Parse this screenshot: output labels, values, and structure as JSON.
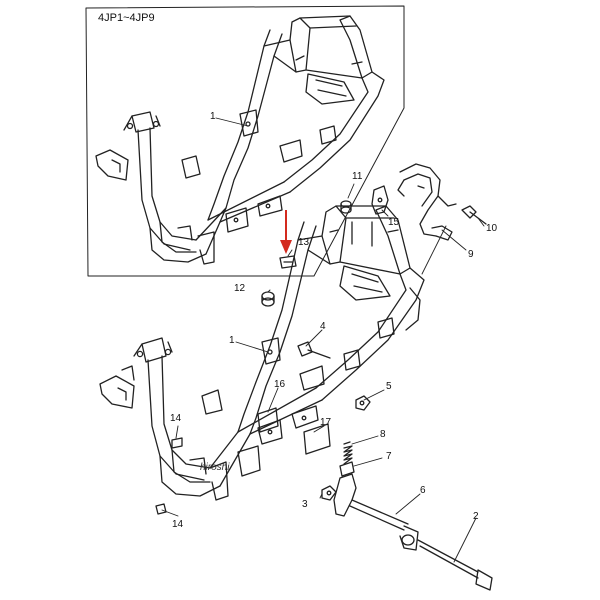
{
  "diagram": {
    "inset_title": "4JP1~4JP9",
    "watermark": "hiroshi",
    "labels": [
      {
        "id": "lbl-1-inset",
        "text": "1"
      },
      {
        "id": "lbl-1-main",
        "text": "1"
      },
      {
        "id": "lbl-2",
        "text": "2"
      },
      {
        "id": "lbl-3",
        "text": "3"
      },
      {
        "id": "lbl-4",
        "text": "4"
      },
      {
        "id": "lbl-5",
        "text": "5"
      },
      {
        "id": "lbl-6",
        "text": "6"
      },
      {
        "id": "lbl-7",
        "text": "7"
      },
      {
        "id": "lbl-8",
        "text": "8"
      },
      {
        "id": "lbl-9",
        "text": "9"
      },
      {
        "id": "lbl-10",
        "text": "10"
      },
      {
        "id": "lbl-11",
        "text": "11"
      },
      {
        "id": "lbl-12",
        "text": "12"
      },
      {
        "id": "lbl-13",
        "text": "13"
      },
      {
        "id": "lbl-14a",
        "text": "14"
      },
      {
        "id": "lbl-14b",
        "text": "14"
      },
      {
        "id": "lbl-15",
        "text": "15"
      },
      {
        "id": "lbl-16",
        "text": "16"
      },
      {
        "id": "lbl-17",
        "text": "17"
      }
    ],
    "colors": {
      "line": "#222222",
      "arrow": "#d32a1e"
    }
  }
}
